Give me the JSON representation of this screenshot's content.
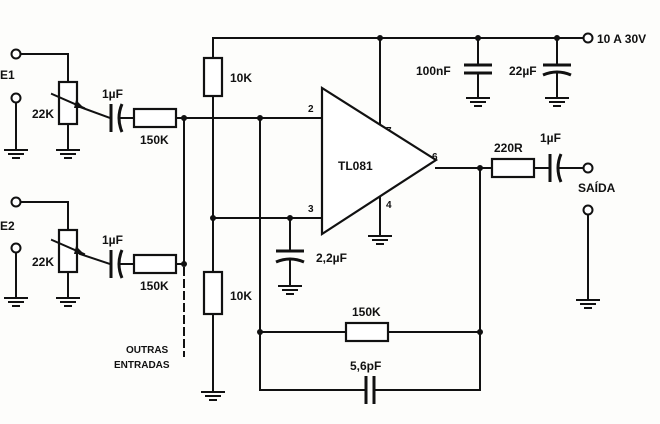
{
  "labels": {
    "input1": "E1",
    "input2": "E2",
    "pot1": "22K",
    "pot2": "22K",
    "cap_in1": "1µF",
    "cap_in2": "1µF",
    "res_in1": "150K",
    "res_in2": "150K",
    "res_bias_top": "10K",
    "res_bias_bottom": "10K",
    "other_inputs_line1": "OUTRAS",
    "other_inputs_line2": "ENTRADAS",
    "opamp": "TL081",
    "pin2": "2",
    "pin3": "3",
    "pin4": "4",
    "pin6": "6",
    "pin7": "7",
    "cap_bias": "2,2µF",
    "cap_supply1": "100nF",
    "cap_supply2": "22µF",
    "supply": "10 A 30V",
    "res_out": "220R",
    "cap_out": "1µF",
    "output": "SAÍDA",
    "res_feedback": "150K",
    "cap_feedback": "5,6pF"
  }
}
